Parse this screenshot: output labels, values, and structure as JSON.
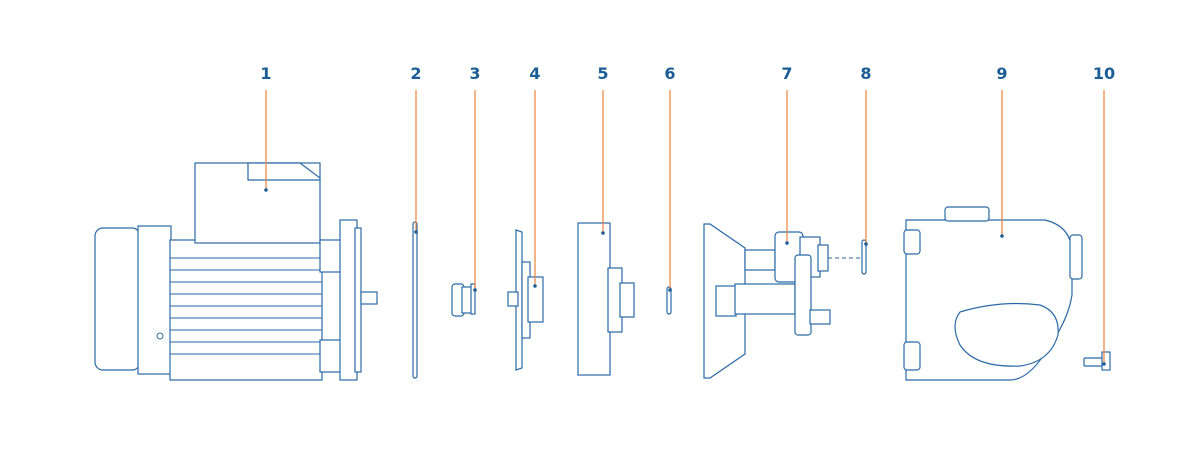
{
  "diagram": {
    "labels": [
      "1",
      "2",
      "3",
      "4",
      "5",
      "6",
      "7",
      "8",
      "9",
      "10"
    ]
  },
  "colors": {
    "label": "#1b5e96",
    "leader": "#e8833a",
    "outline": "#2a6aa6",
    "background": "#ffffff"
  }
}
